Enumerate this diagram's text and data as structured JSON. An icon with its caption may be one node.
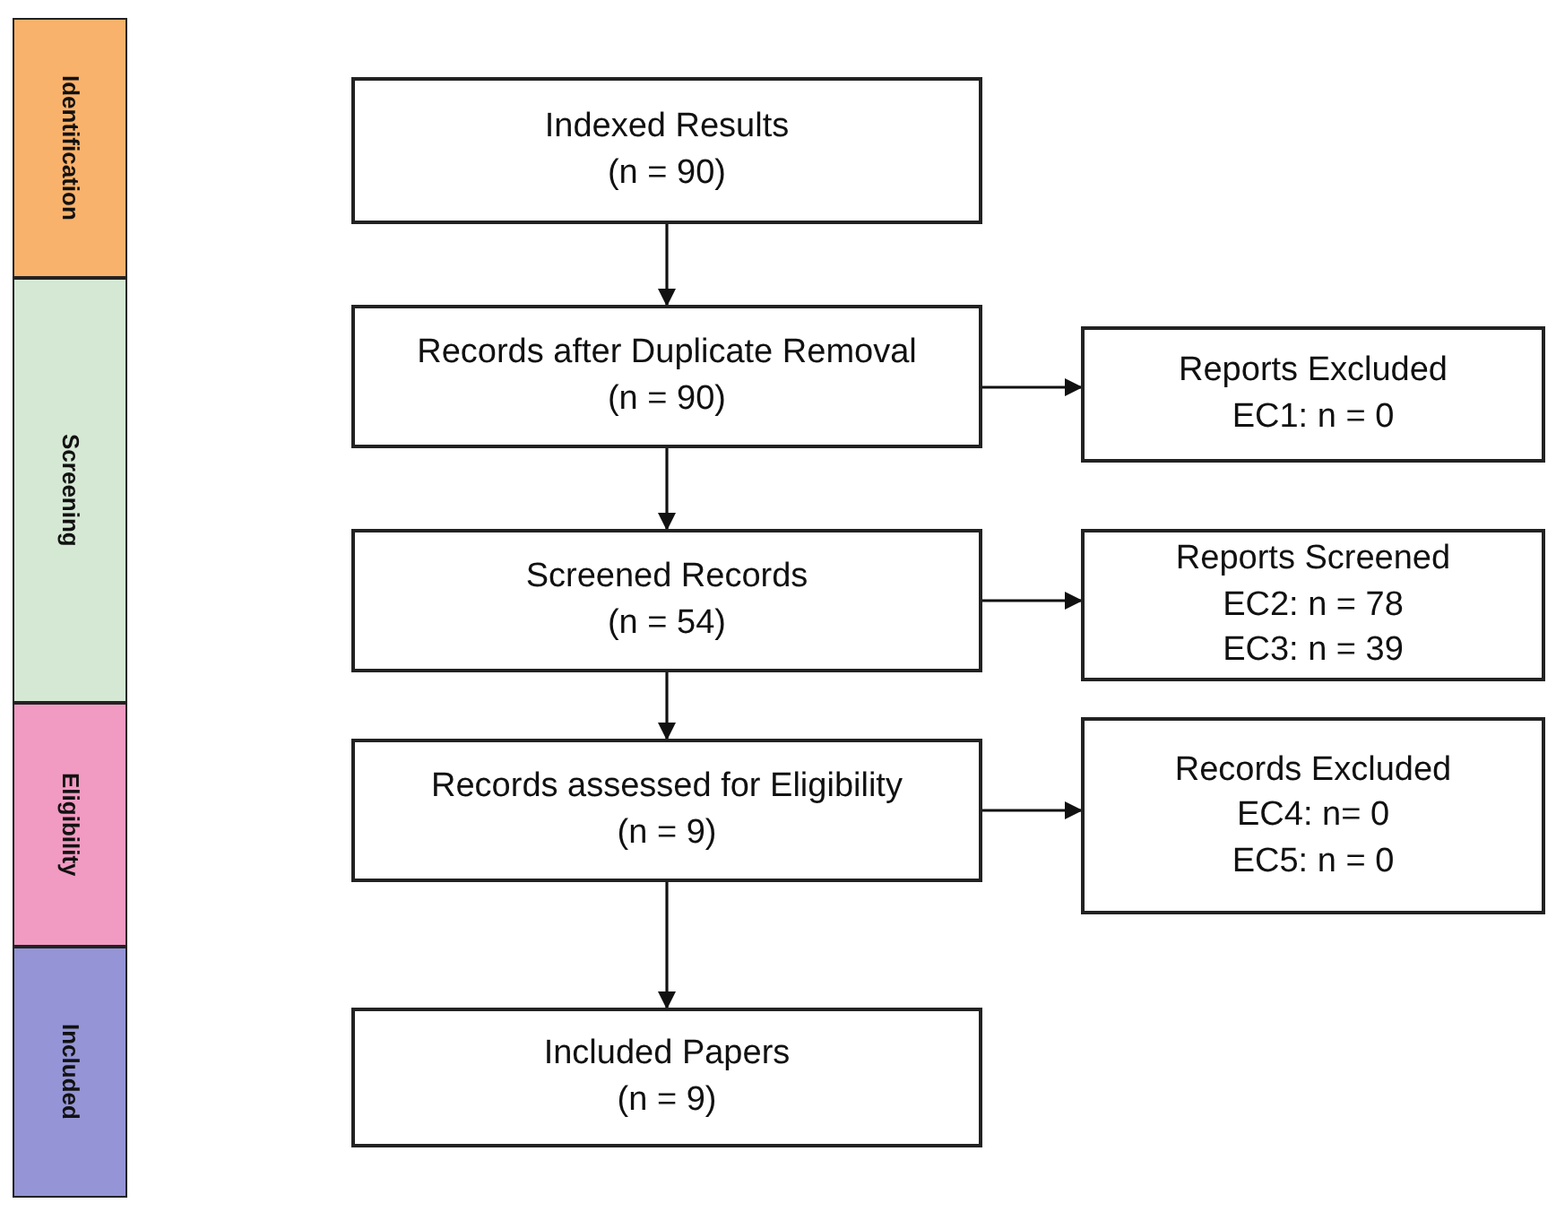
{
  "diagram": {
    "nodes": [
      {
        "text": [
          "Identification"
        ]
      },
      {
        "text": [
          "Screening"
        ]
      },
      {
        "text": [
          "Eligibility"
        ]
      },
      {
        "text": [
          "Included"
        ]
      },
      {
        "text": [
          "Indexed Results",
          "(n = 90)"
        ]
      },
      {
        "text": [
          "Records after Duplicate Removal",
          "(n = 90)"
        ]
      },
      {
        "text": [
          "Screened Records",
          "(n = 54)"
        ]
      },
      {
        "text": [
          "Records assessed for Eligibility",
          "(n = 9)"
        ]
      },
      {
        "text": [
          "Included Papers",
          "(n = 9)"
        ]
      },
      {
        "text": [
          "Reports Excluded",
          "EC1: n = 0"
        ]
      },
      {
        "text": [
          "Reports Screened",
          "EC2: n = 78",
          "EC3: n = 39"
        ]
      },
      {
        "text": [
          "Records Excluded",
          "EC4: n= 0",
          "EC5: n = 0"
        ]
      }
    ],
    "edges": [
      {
        "from": 4,
        "to": 5,
        "arrow": "to"
      },
      {
        "from": 5,
        "to": 9,
        "arrow": "to"
      },
      {
        "from": 5,
        "to": 6,
        "arrow": "to"
      },
      {
        "from": 6,
        "to": 10,
        "arrow": "to"
      },
      {
        "from": 6,
        "to": 7,
        "arrow": "to"
      },
      {
        "from": 7,
        "to": 11,
        "arrow": "to"
      },
      {
        "from": 7,
        "to": 8,
        "arrow": "to"
      }
    ]
  }
}
